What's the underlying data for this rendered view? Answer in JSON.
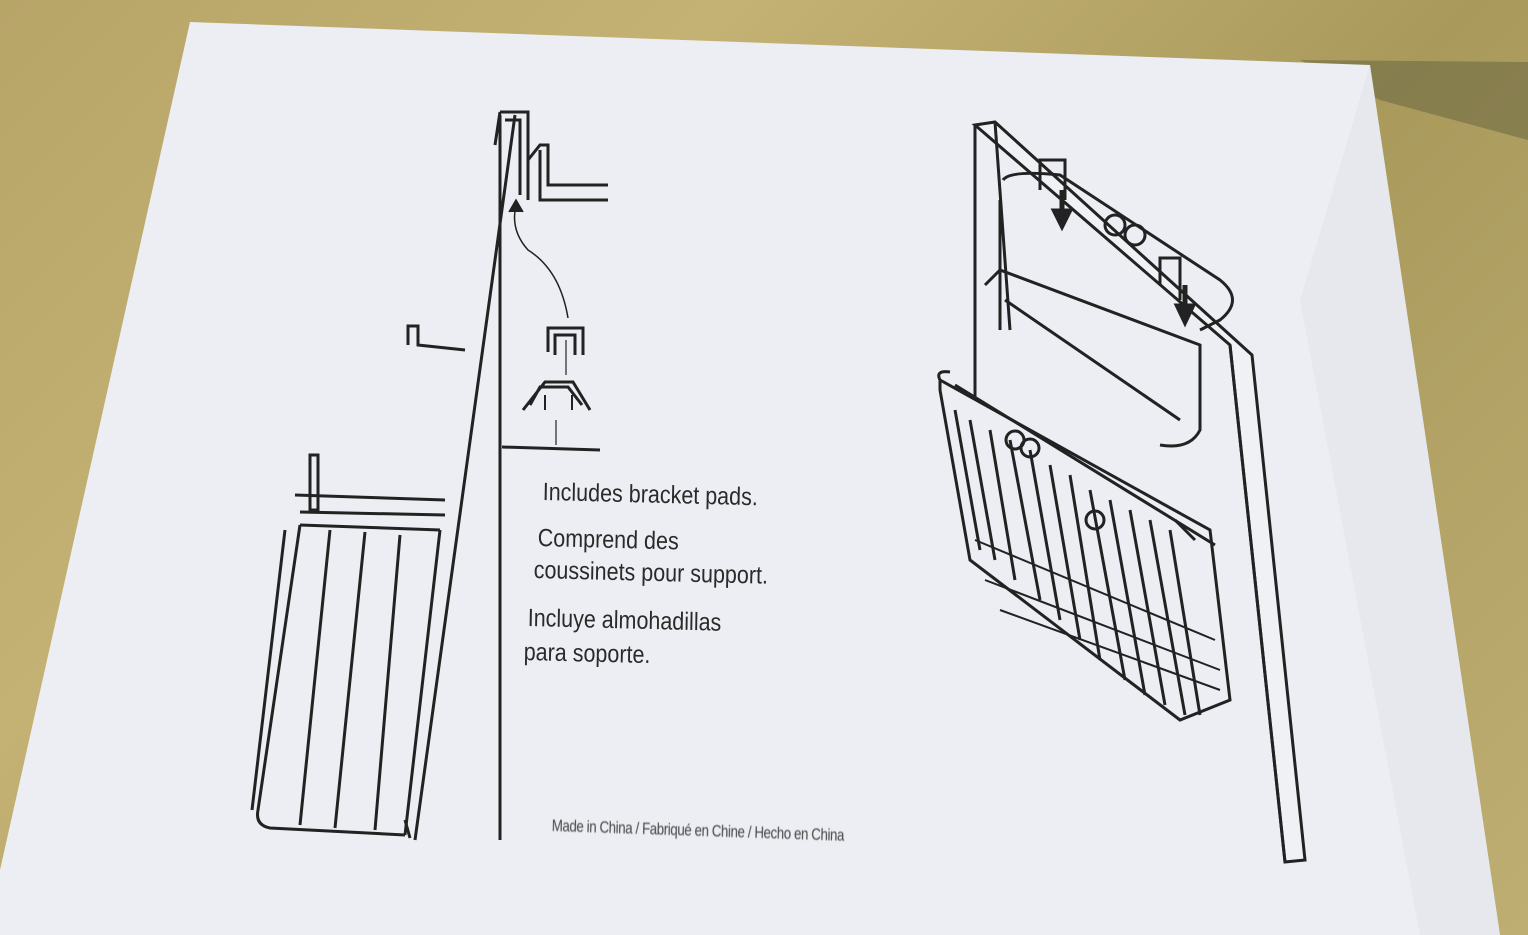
{
  "instructions": {
    "english": "Includes bracket pads.",
    "french_line1": "Comprend des",
    "french_line2": "coussinets pour support.",
    "spanish_line1": "Incluye almohadillas",
    "spanish_line2": "para soporte."
  },
  "footer": "Made in China / Fabriqué en Chine / Hecho en China",
  "colors": {
    "paper": "#eeeef2",
    "ink": "#2a2a2a",
    "wood": "#b7a467"
  }
}
